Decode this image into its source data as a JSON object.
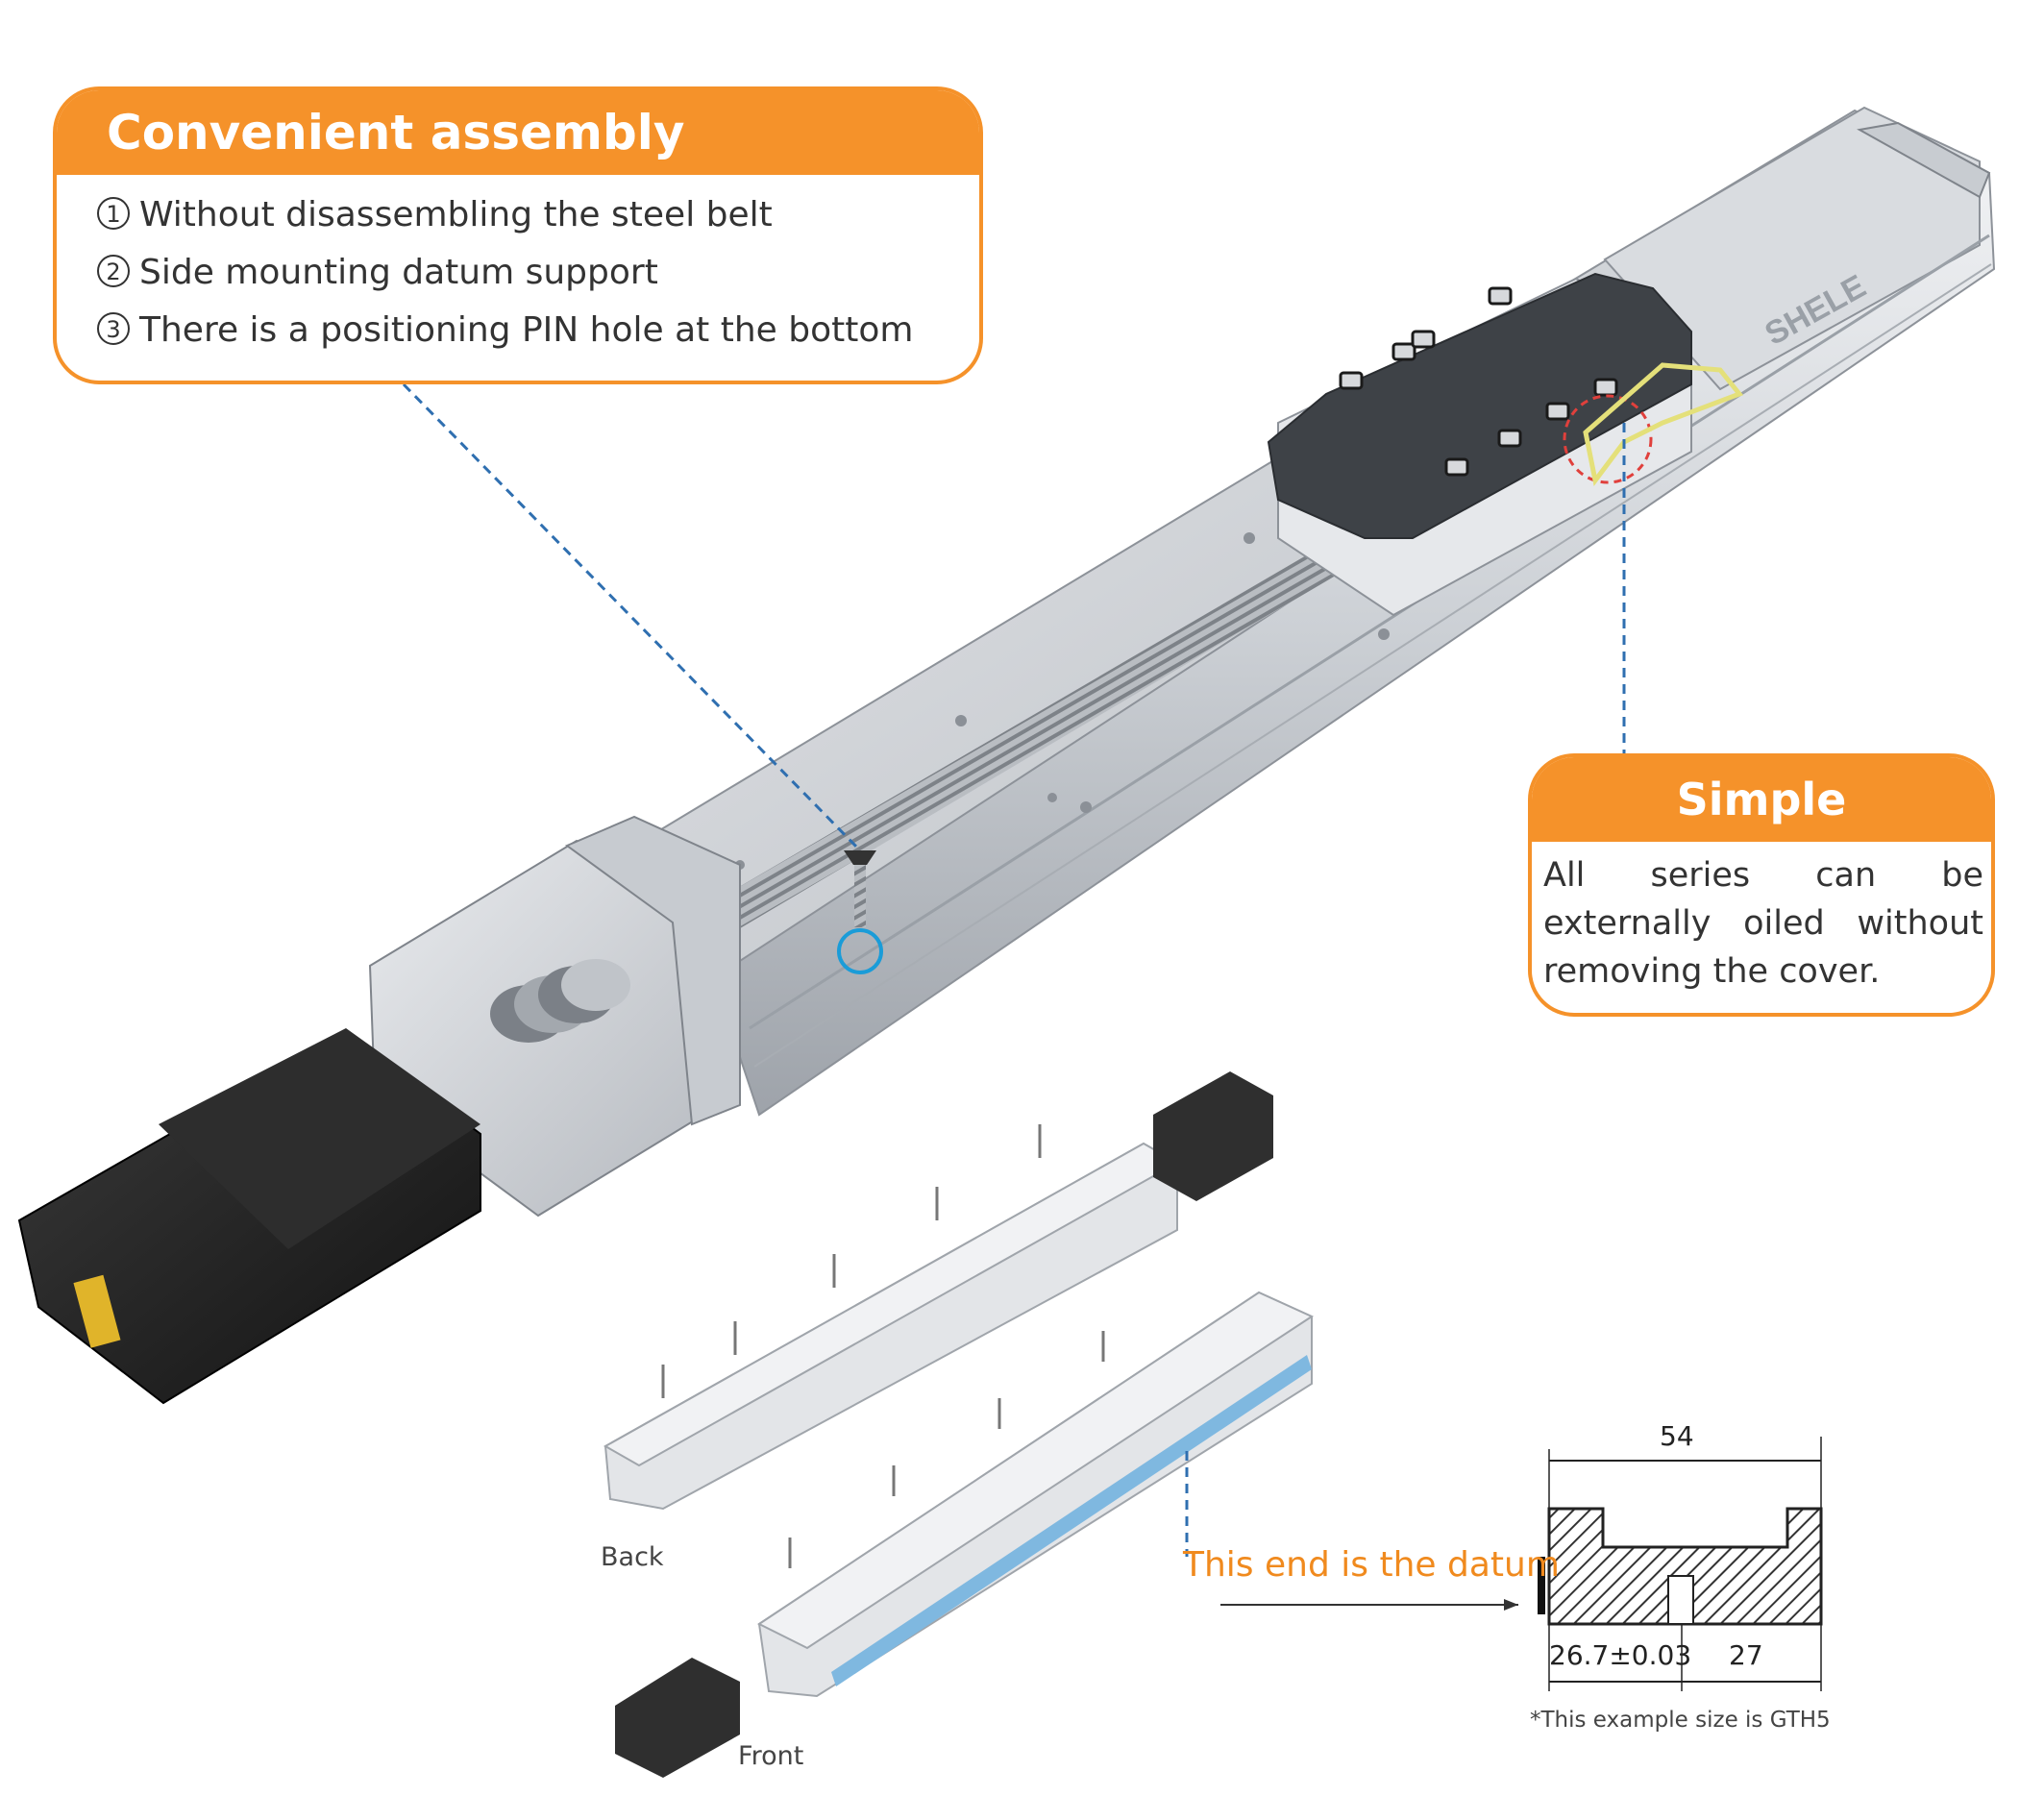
{
  "callout_assembly": {
    "title": "Convenient assembly",
    "items": [
      {
        "num": "1",
        "text": "Without disassembling the steel belt"
      },
      {
        "num": "2",
        "text": "Side mounting datum support"
      },
      {
        "num": "3",
        "text": "There is a positioning PIN hole at the bottom"
      }
    ]
  },
  "callout_maintenance": {
    "title": "Simple maintenance",
    "text": "All series can be externally oiled without removing the cover."
  },
  "labels": {
    "back": "Back",
    "front": "Front",
    "datum": "This end is the datum",
    "brand": "SHELE"
  },
  "dimensions": {
    "width": "54",
    "offset": "26.7±0.03",
    "half": "27",
    "note": "*This example size is GTH5"
  },
  "colors": {
    "accent": "#f5922a",
    "datum_text": "#f08a1e",
    "leader": "#2f6fb0",
    "datum_strip": "#7fb8e0"
  }
}
